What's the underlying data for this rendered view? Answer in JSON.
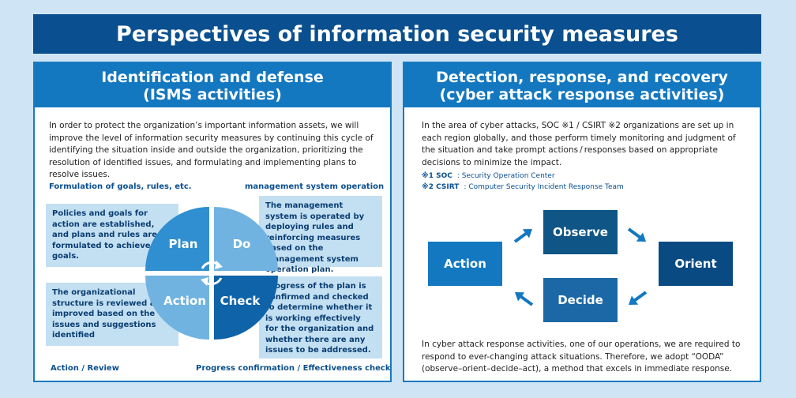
{
  "title": "Perspectives of information security measures",
  "left": {
    "heading_line1": "Identification and defense",
    "heading_line2": "(ISMS activities)",
    "intro": "In order to protect the organization’s important information assets, we will improve the level of information security measures by continuing this cycle of identifying the situation inside and outside the organization, prioritizing the resolution of identified issues, and formulating and implementing plans to resolve issues.",
    "label_top_left": "Formulation of goals, rules, etc.",
    "label_top_right": "management system operation",
    "label_bottom_left": "Action / Review",
    "label_bottom_right": "Progress confirmation / Effectiveness check",
    "box_plan": "Policies and goals for action are established, and plans and rules are formulated to achieve the goals.",
    "box_do": "The management system is operated by deploying rules and reinforcing measures based on the management system operation plan.",
    "box_action": "The organizational structure is reviewed and improved based on the issues and suggestions identified",
    "box_check": "Progress of the plan is confirmed and checked to determine whether it is working effectively for the organization and whether there are any issues to be addressed.",
    "cycle": {
      "plan": "Plan",
      "do": "Do",
      "action": "Action",
      "check": "Check"
    },
    "colors": {
      "plan": "#2f8fd0",
      "do": "#70b3e0",
      "action": "#70b3e0",
      "check": "#0f63a8"
    }
  },
  "right": {
    "heading_line1": "Detection, response, and recovery",
    "heading_line2": "(cyber attack response activities)",
    "intro": "In the area of cyber attacks, SOC ※1 / CSIRT ※2 organizations are set up in each region globally, and those perform timely monitoring and judgment of the situation and take prompt actions / responses based on appropriate decisions to minimize the impact.",
    "note1_key": "※1 SOC",
    "note1_val": ": Security Operation Center",
    "note2_key": "※2 CSIRT",
    "note2_val": ": Computer Security Incident Response Team",
    "ooda": {
      "observe": "Observe",
      "orient": "Orient",
      "decide": "Decide",
      "action": "Action"
    },
    "colors": {
      "observe": "#0f5586",
      "orient": "#0a4a82",
      "decide": "#1c68a6",
      "action": "#1478c0",
      "arrow": "#1478c0"
    },
    "footer": "In cyber attack response activities, one of our operations, we are required to respond to ever-changing attack situations. Therefore, we adopt “OODA” (observe–orient–decide–act), a method that excels in immediate response."
  }
}
